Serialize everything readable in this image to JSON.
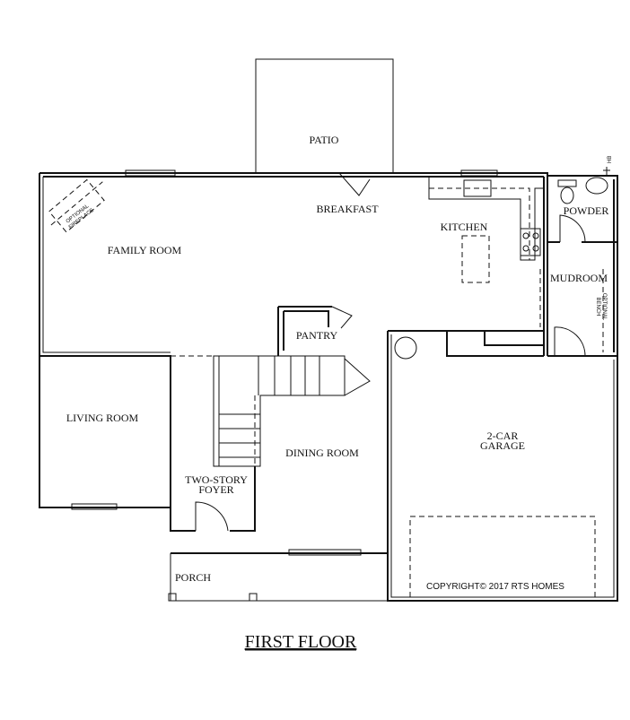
{
  "plan": {
    "title": "FIRST FLOOR",
    "copyright": "COPYRIGHT© 2017 RTS HOMES",
    "rooms": {
      "patio": "PATIO",
      "breakfast": "BREAKFAST",
      "kitchen": "KITCHEN",
      "powder": "POWDER",
      "mudroom": "MUDROOM",
      "family_room": "FAMILY ROOM",
      "pantry": "PANTRY",
      "living_room": "LIVING ROOM",
      "dining_room": "DINING ROOM",
      "foyer_line1": "TWO-STORY",
      "foyer_line2": "FOYER",
      "porch": "PORCH",
      "garage_line1": "2-CAR",
      "garage_line2": "GARAGE"
    },
    "notes": {
      "fireplace_line1": "OPTIONAL",
      "fireplace_line2": "FIREPLACE",
      "bench_line1": "OPTIONAL",
      "bench_line2": "BENCH",
      "hose_bib": "HB"
    }
  }
}
